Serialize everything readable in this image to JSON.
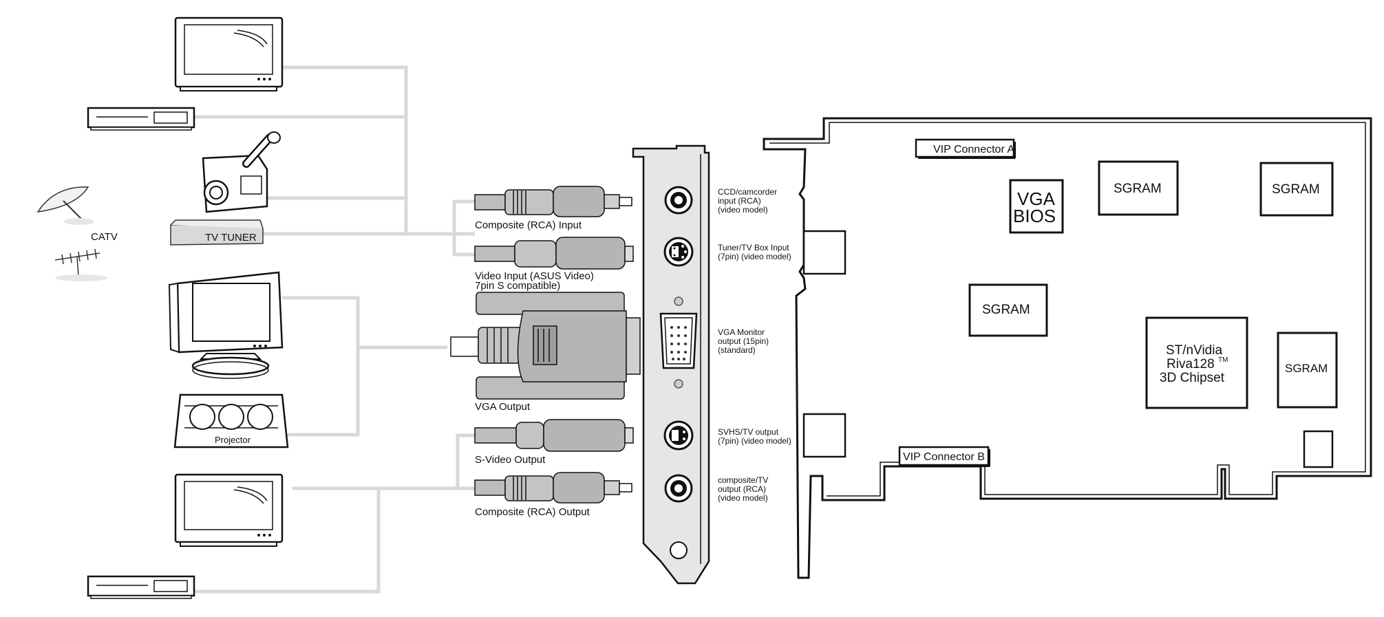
{
  "left_devices": {
    "catv_label": "CATV",
    "tuner_label": "TV TUNER",
    "projector_label": "Projector"
  },
  "cables": {
    "composite_in": "Composite (RCA) Input",
    "video_in_line1": "Video Input (ASUS Video)",
    "video_in_line2": "7pin S compatible)",
    "vga_out": "VGA Output",
    "svideo_out": "S-Video Output",
    "composite_out": "Composite (RCA) Output"
  },
  "bracket_ports": [
    {
      "lines": [
        "CCD/camcorder",
        "input (RCA)",
        "(video model)"
      ]
    },
    {
      "lines": [
        "Tuner/TV Box Input",
        "(7pin) (video model)"
      ]
    },
    {
      "lines": [
        "VGA Monitor",
        "output (15pin)",
        "(standard)"
      ]
    },
    {
      "lines": [
        "SVHS/TV output",
        "(7pin) (video model)"
      ]
    },
    {
      "lines": [
        "composite/TV",
        "output (RCA)",
        "(video model)"
      ]
    }
  ],
  "card": {
    "vip_a": "VIP Connector A",
    "vip_b": "VIP Connector B",
    "vga_bios_1": "VGA",
    "vga_bios_2": "BIOS",
    "sgram_1": "SGRAM",
    "sgram_2": "SGRAM",
    "sgram_3": "SGRAM",
    "sgram_4": "SGRAM",
    "chipset_1": "ST/nVidia",
    "chipset_2": "Riva128",
    "chipset_tm": "TM",
    "chipset_3": "3D Chipset"
  }
}
